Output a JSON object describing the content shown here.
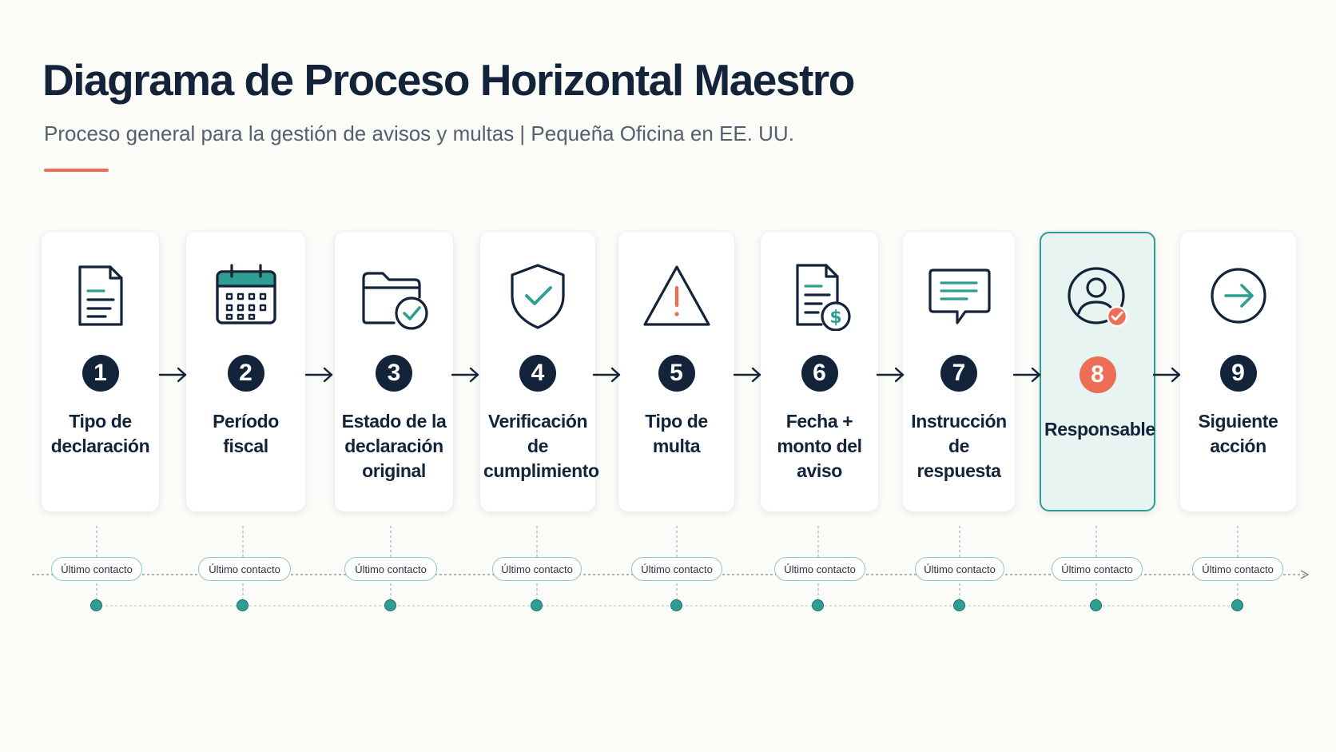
{
  "header": {
    "title": "Diagrama de Proceso Horizontal Maestro",
    "subtitle": "Proceso general para la gestión de avisos y multas | Pequeña Oficina en EE. UU."
  },
  "colors": {
    "navy": "#13233a",
    "teal": "#2f9e92",
    "coral": "#ee6e55",
    "highlight_bg": "#e8f4f1"
  },
  "steps": [
    {
      "number": "1",
      "label": "Tipo de declaración",
      "icon": "document-icon"
    },
    {
      "number": "2",
      "label": "Período fiscal",
      "icon": "calendar-icon"
    },
    {
      "number": "3",
      "label": "Estado de la declaración original",
      "icon": "folder-check-icon"
    },
    {
      "number": "4",
      "label": "Verificación de cumplimiento",
      "icon": "shield-check-icon"
    },
    {
      "number": "5",
      "label": "Tipo de multa",
      "icon": "warning-icon"
    },
    {
      "number": "6",
      "label": "Fecha + monto del aviso",
      "icon": "document-dollar-icon"
    },
    {
      "number": "7",
      "label": "Instrucción de respuesta",
      "icon": "message-icon"
    },
    {
      "number": "8",
      "label": "Responsable",
      "icon": "user-check-icon",
      "highlighted": true
    },
    {
      "number": "9",
      "label": "Siguiente acción",
      "icon": "arrow-circle-icon"
    }
  ],
  "timeline": {
    "marker_label": "Último contacto"
  }
}
